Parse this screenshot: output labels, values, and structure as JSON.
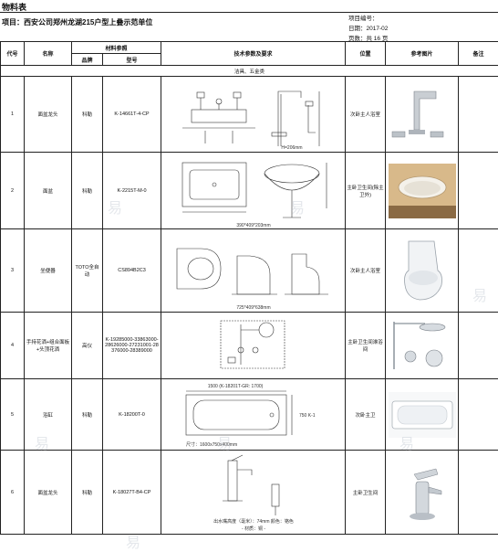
{
  "header": {
    "title": "物料表",
    "project": "项目：西安公司郑州龙湖215户型上叠示范单位",
    "project_no_label": "项目编号：",
    "date_label": "日期：",
    "date_value": "2017-02",
    "page_label": "页数：",
    "page_value": "共 16 页"
  },
  "columns": {
    "code": "代号",
    "name": "名称",
    "material_ref": "材料参照",
    "brand": "品牌",
    "model": "型号",
    "spec": "技术参数及要求",
    "location": "位置",
    "ref_image": "参考图片",
    "remark": "备注"
  },
  "section": "洁具、五金类",
  "rows": [
    {
      "code": "1",
      "name": "面盆龙头",
      "brand": "科勒",
      "model": "K-14661T-4-CP",
      "spec_caption": "H=206mm",
      "location": "次卧主人浴室"
    },
    {
      "code": "2",
      "name": "面盆",
      "brand": "科勒",
      "model": "K-2215T-M-0",
      "spec_caption": "390*409*203mm",
      "location": "主卧卫生间(除主卫外)"
    },
    {
      "code": "3",
      "name": "坐便器",
      "brand": "TOTO全自动",
      "model": "CS894B2C3",
      "spec_caption": "725*409*638mm",
      "location": "次卧主人浴室"
    },
    {
      "code": "4",
      "name": "手持花洒+组合面板+头顶花洒",
      "brand": "高仪",
      "model": "K-19285000-33863000-28626000-27231001-28376000-28389000",
      "spec_caption": "",
      "location": "主卧卫生间淋浴间"
    },
    {
      "code": "5",
      "name": "浴缸",
      "brand": "科勒",
      "model": "K-18200T-0",
      "spec_caption": "尺寸：1600x750x400mm",
      "spec_top": "1500 (K-18201T-GR: 1700)",
      "spec_side": "750 K-1",
      "location": "次卧主卫"
    },
    {
      "code": "6",
      "name": "面盆龙头",
      "brand": "科勒",
      "model": "K-18027T-B4-CP",
      "spec_caption": "出水嘴高度（毫米）：74mm 颜色：铬色",
      "spec_caption2": "- 材质：铜 -",
      "location": "主卧卫生间"
    }
  ],
  "watermark": "易"
}
